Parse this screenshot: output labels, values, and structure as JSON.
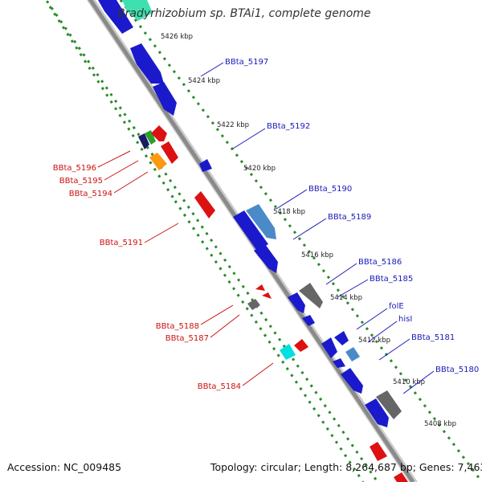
{
  "header": {
    "title": "Bradyrhizobium sp. BTAi1, complete genome"
  },
  "footer": {
    "accession": "Accession: NC_009485",
    "summary": "Topology: circular; Length: 8,264,687 bp; Genes: 7,463"
  },
  "colors": {
    "backbone": "#8a8a8a",
    "forward_label": "#1a1ab8",
    "reverse_label": "#cc1111",
    "tick_dots": "#2a8a2a"
  },
  "ticks": [
    "5426 kbp",
    "5424 kbp",
    "5422 kbp",
    "5420 kbp",
    "5418 kbp",
    "5416 kbp",
    "5414 kbp",
    "5412 kbp",
    "5410 kbp",
    "5408 kbp"
  ],
  "forward_labels": [
    "BBta_5197",
    "BBta_5192",
    "BBta_5190",
    "BBta_5189",
    "BBta_5186",
    "BBta_5185",
    "folE",
    "hisI",
    "BBta_5181",
    "BBta_5180"
  ],
  "reverse_labels": [
    "BBta_5196",
    "BBta_5195",
    "BBta_5194",
    "BBta_5191",
    "BBta_5188",
    "BBta_5187",
    "BBta_5184"
  ]
}
